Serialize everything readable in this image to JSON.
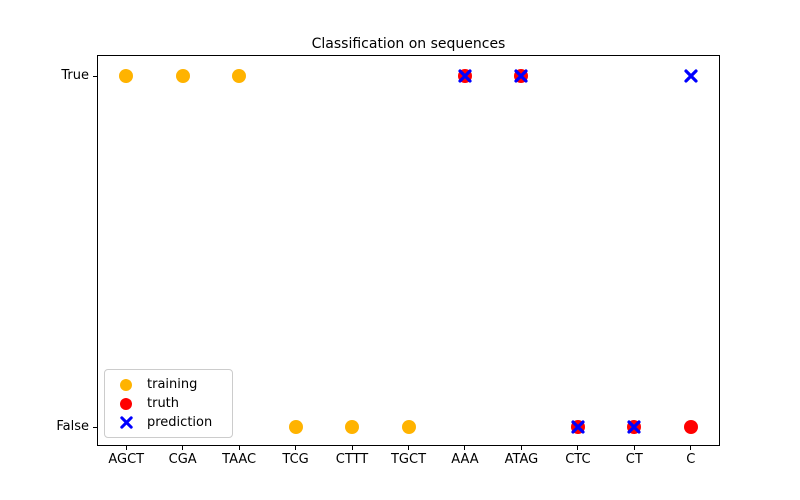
{
  "chart_data": {
    "type": "scatter",
    "title": "Classification on sequences",
    "categories": [
      "AGCT",
      "CGA",
      "TAAC",
      "TCG",
      "CTTT",
      "TGCT",
      "AAA",
      "ATAG",
      "CTC",
      "CT",
      "C"
    ],
    "y_tick_labels": [
      "True",
      "False"
    ],
    "grid": false,
    "legend": {
      "position": "lower left",
      "entries": [
        "training",
        "truth",
        "prediction"
      ]
    },
    "series": [
      {
        "name": "training",
        "marker": "circle",
        "color": "#ffb300",
        "points": [
          {
            "x": "AGCT",
            "y": "True"
          },
          {
            "x": "CGA",
            "y": "True"
          },
          {
            "x": "TAAC",
            "y": "True"
          },
          {
            "x": "TCG",
            "y": "False"
          },
          {
            "x": "CTTT",
            "y": "False"
          },
          {
            "x": "TGCT",
            "y": "False"
          }
        ]
      },
      {
        "name": "truth",
        "marker": "circle",
        "color": "#ff0000",
        "points": [
          {
            "x": "AAA",
            "y": "True"
          },
          {
            "x": "ATAG",
            "y": "True"
          },
          {
            "x": "CTC",
            "y": "False"
          },
          {
            "x": "CT",
            "y": "False"
          },
          {
            "x": "C",
            "y": "False"
          }
        ]
      },
      {
        "name": "prediction",
        "marker": "x",
        "color": "#0000ff",
        "points": [
          {
            "x": "AAA",
            "y": "True"
          },
          {
            "x": "ATAG",
            "y": "True"
          },
          {
            "x": "CTC",
            "y": "False"
          },
          {
            "x": "CT",
            "y": "False"
          },
          {
            "x": "C",
            "y": "True"
          }
        ]
      }
    ]
  }
}
